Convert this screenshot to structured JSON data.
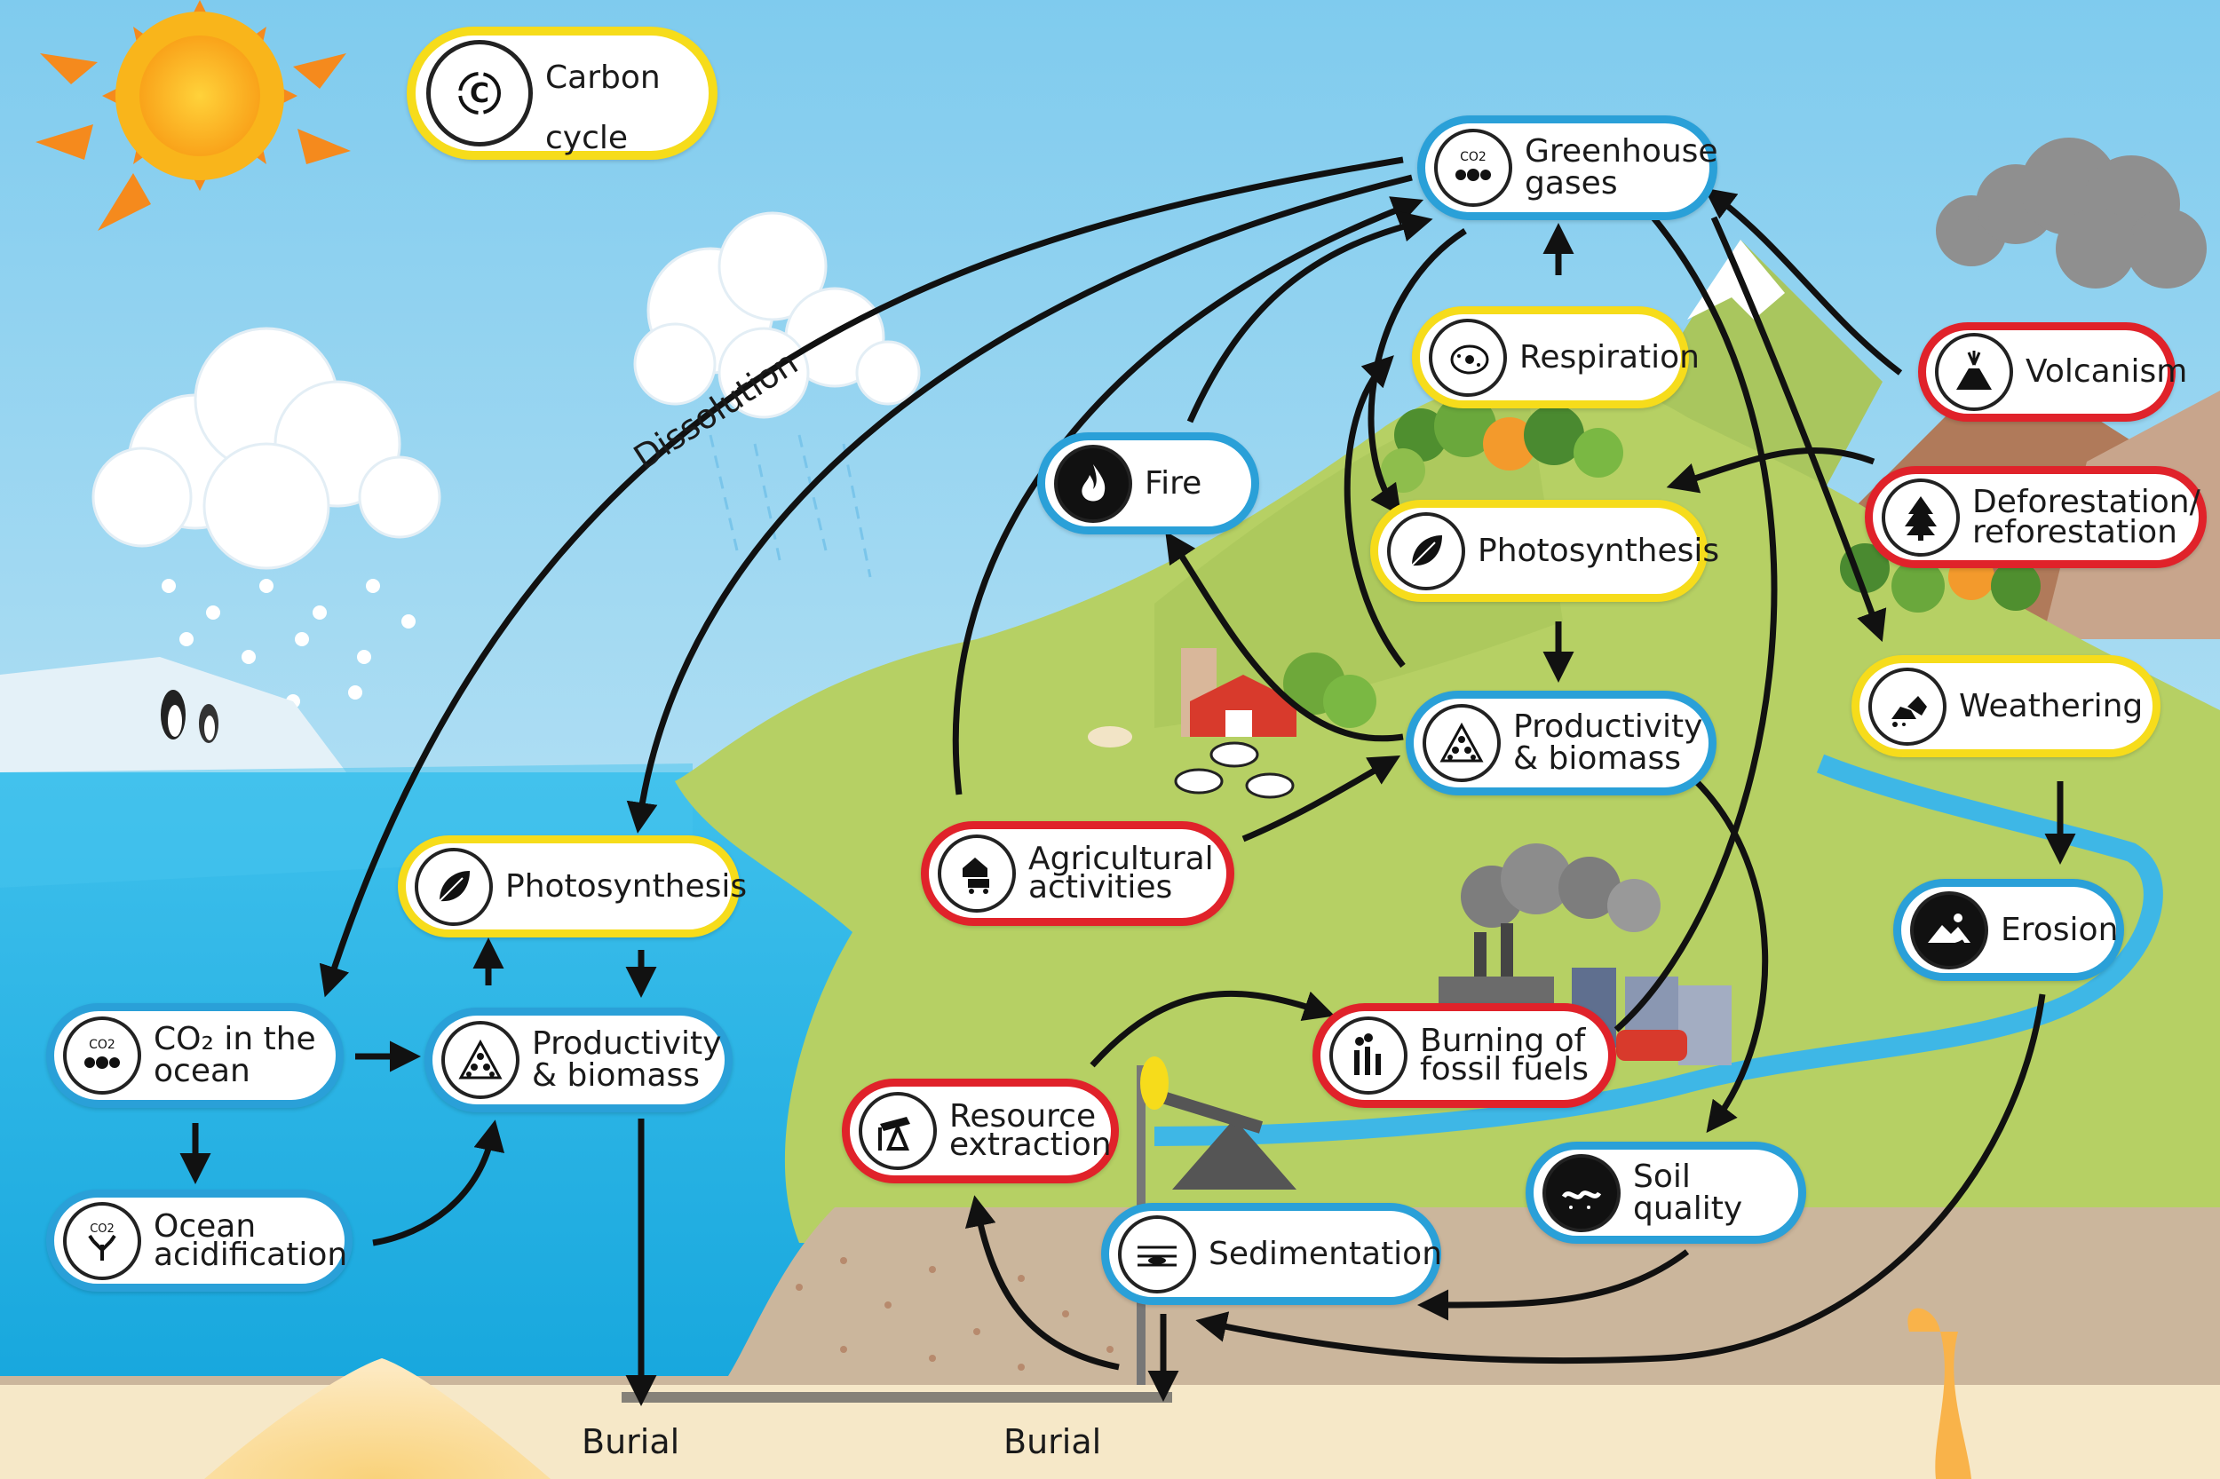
{
  "title": {
    "line1": "Carbon",
    "line2": "cycle",
    "icon": "carbon-cycle-icon"
  },
  "labels": {
    "dissolution": "Dissolution",
    "burial_left": "Burial",
    "burial_right": "Burial"
  },
  "nodes": {
    "greenhouse_gases": {
      "label": "Greenhouse\ngases",
      "category": "blue",
      "icon": "co2-molecule-icon"
    },
    "respiration": {
      "label": "Respiration",
      "category": "yellow",
      "icon": "cell-icon"
    },
    "fire": {
      "label": "Fire",
      "category": "blue",
      "icon": "flame-icon"
    },
    "photosynthesis_land": {
      "label": "Photosynthesis",
      "category": "yellow",
      "icon": "leaf-icon"
    },
    "productivity_land": {
      "label": "Productivity\n& biomass",
      "category": "blue",
      "icon": "biomass-pyramid-icon"
    },
    "volcanism": {
      "label": "Volcanism",
      "category": "red",
      "icon": "volcano-icon"
    },
    "deforestation": {
      "label": "Deforestation/\nreforestation",
      "category": "red",
      "icon": "tree-icon"
    },
    "weathering": {
      "label": "Weathering",
      "category": "yellow",
      "icon": "rocks-icon"
    },
    "erosion": {
      "label": "Erosion",
      "category": "blue",
      "icon": "mountain-icon"
    },
    "agricultural": {
      "label": "Agricultural\nactivities",
      "category": "red",
      "icon": "farm-icon"
    },
    "fossil_fuels": {
      "label": "Burning of\nfossil fuels",
      "category": "red",
      "icon": "factory-icon"
    },
    "resource_extraction": {
      "label": "Resource\nextraction",
      "category": "red",
      "icon": "oil-pump-icon"
    },
    "soil_quality": {
      "label": "Soil quality",
      "category": "blue",
      "icon": "soil-worm-icon"
    },
    "sedimentation": {
      "label": "Sedimentation",
      "category": "blue",
      "icon": "sediment-layers-icon"
    },
    "photosynthesis_ocean": {
      "label": "Photosynthesis",
      "category": "yellow",
      "icon": "leaf-icon"
    },
    "productivity_ocean": {
      "label": "Productivity\n& biomass",
      "category": "blue",
      "icon": "biomass-pyramid-icon"
    },
    "co2_ocean": {
      "label": "CO₂ in the\nocean",
      "category": "blue",
      "icon": "co2-molecule-icon"
    },
    "ocean_acidification": {
      "label": "Ocean\nacidification",
      "category": "blue",
      "icon": "coral-icon"
    }
  },
  "colors": {
    "process_blue": "#2aa0d8",
    "human_red": "#e0222a",
    "biology_yellow": "#f6dc1b",
    "sky": "#8fd0ef",
    "ocean": "#27b3e6",
    "land": "#b3cf63",
    "sediment": "#cbb69c"
  }
}
